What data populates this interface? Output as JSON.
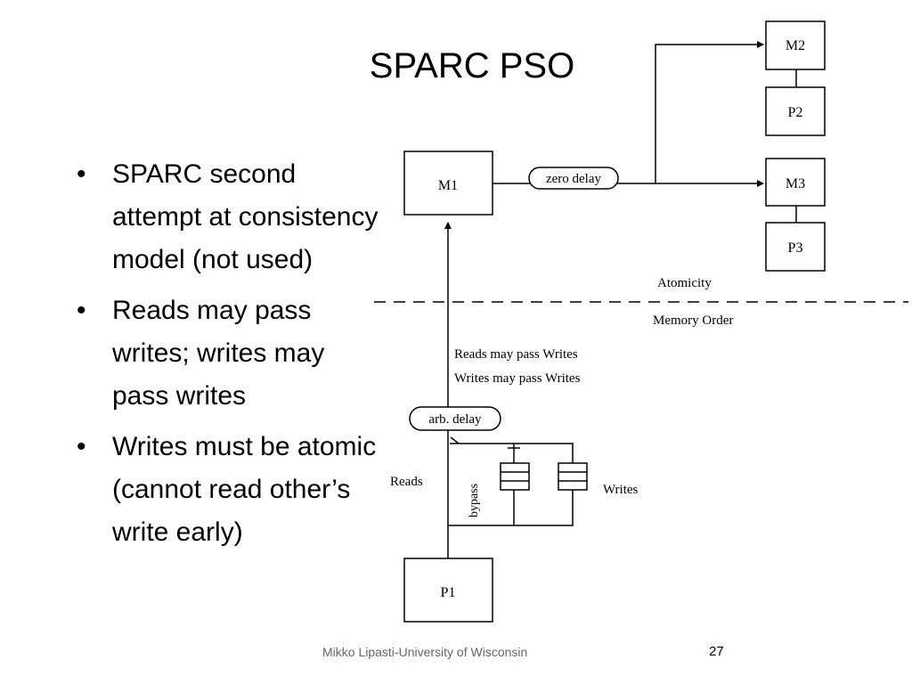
{
  "slide": {
    "title": "SPARC PSO",
    "bullets": [
      "SPARC second attempt at consistency model (not used)",
      "Reads may pass writes; writes may pass writes",
      "Writes must be atomic (cannot read other’s write early)"
    ],
    "footer": "Mikko Lipasti-University of Wisconsin",
    "page_number": "27"
  },
  "diagram": {
    "nodes": {
      "m1": "M1",
      "m2": "M2",
      "p2": "P2",
      "m3": "M3",
      "p3": "P3",
      "p1": "P1"
    },
    "zero_delay": "zero delay",
    "arb_delay": "arb. delay",
    "atomicity": "Atomicity",
    "memory_order": "Memory Order",
    "rule_1": "Reads may pass Writes",
    "rule_2": "Writes may pass Writes",
    "reads": "Reads",
    "bypass": "bypass",
    "writes": "Writes"
  }
}
